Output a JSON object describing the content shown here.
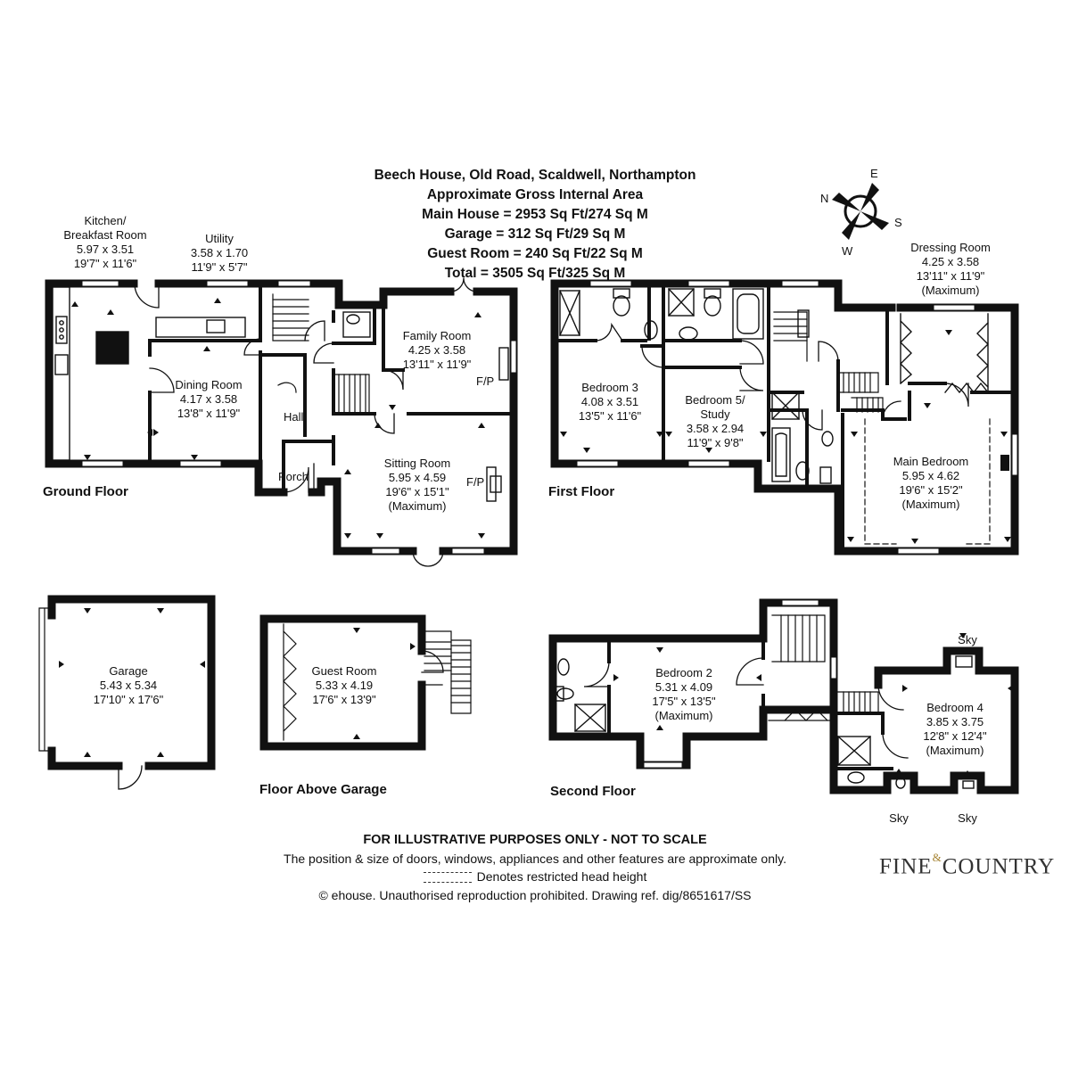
{
  "header": {
    "title": "Beech House, Old Road, Scaldwell, Northampton",
    "subtitle": "Approximate Gross Internal Area",
    "areas": [
      "Main House = 2953 Sq Ft/274 Sq M",
      "Garage = 312 Sq Ft/29 Sq M",
      "Guest Room = 240 Sq Ft/22 Sq M",
      "Total = 3505 Sq Ft/325 Sq M"
    ]
  },
  "compass": {
    "n": "N",
    "e": "E",
    "s": "S",
    "w": "W"
  },
  "floors": {
    "ground": "Ground Floor",
    "first": "First Floor",
    "above_garage": "Floor Above Garage",
    "second": "Second Floor"
  },
  "rooms": {
    "kitchen": [
      "Kitchen/",
      "Breakfast Room",
      "5.97 x 3.51",
      "19'7\" x 11'6\""
    ],
    "utility": [
      "Utility",
      "3.58 x 1.70",
      "11'9\" x 5'7\""
    ],
    "dining": [
      "Dining Room",
      "4.17 x 3.58",
      "13'8\" x 11'9\""
    ],
    "family": [
      "Family Room",
      "4.25 x 3.58",
      "13'11\" x 11'9\""
    ],
    "sitting": [
      "Sitting Room",
      "5.95 x 4.59",
      "19'6\" x 15'1\"",
      "(Maximum)"
    ],
    "hall": "Hall",
    "porch": "Porch",
    "fp": "F/P",
    "bed3": [
      "Bedroom 3",
      "4.08 x 3.51",
      "13'5\" x 11'6\""
    ],
    "bed5": [
      "Bedroom 5/",
      "Study",
      "3.58 x 2.94",
      "11'9\" x 9'8\""
    ],
    "dressing": [
      "Dressing Room",
      "4.25 x 3.58",
      "13'11\" x 11'9\"",
      "(Maximum)"
    ],
    "main_bed": [
      "Main Bedroom",
      "5.95 x 4.62",
      "19'6\" x 15'2\"",
      "(Maximum)"
    ],
    "garage": [
      "Garage",
      "5.43 x 5.34",
      "17'10\" x 17'6\""
    ],
    "guest": [
      "Guest Room",
      "5.33 x 4.19",
      "17'6\" x 13'9\""
    ],
    "bed2": [
      "Bedroom 2",
      "5.31 x 4.09",
      "17'5\" x 13'5\"",
      "(Maximum)"
    ],
    "bed4": [
      "Bedroom 4",
      "3.85 x 3.75",
      "12'8\" x 12'4\"",
      "(Maximum)"
    ],
    "sky": "Sky"
  },
  "footer": {
    "disclaimer": "FOR ILLUSTRATIVE PURPOSES ONLY - NOT TO SCALE",
    "note": "The position & size of doors, windows, appliances and other features are approximate only.",
    "restricted": "Denotes restricted head height",
    "copyright": "© ehouse. Unauthorised reproduction prohibited. Drawing ref. dig/8651617/SS"
  },
  "logo": {
    "left": "FINE",
    "amp": "&",
    "right": "COUNTRY"
  }
}
